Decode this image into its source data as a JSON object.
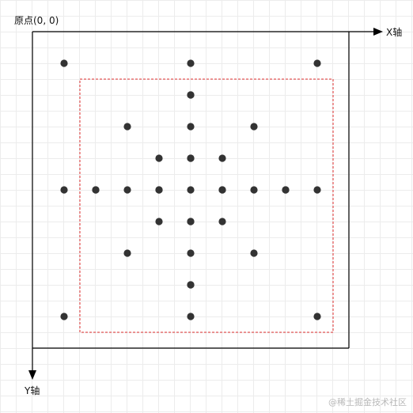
{
  "labels": {
    "origin": "原点(0, 0)",
    "x_axis": "X轴",
    "y_axis": "Y轴"
  },
  "watermark": "@稀土掘金技术社区",
  "colors": {
    "axis": "#000000",
    "outer_frame": "#000000",
    "inner_frame": "#e03030",
    "point": "#333333",
    "grid": "#ececec"
  },
  "point_groups": [
    {
      "name": "outer",
      "count": 8
    },
    {
      "name": "middle",
      "count": 8
    },
    {
      "name": "inner",
      "count": 8
    },
    {
      "name": "center",
      "count": 1
    }
  ]
}
